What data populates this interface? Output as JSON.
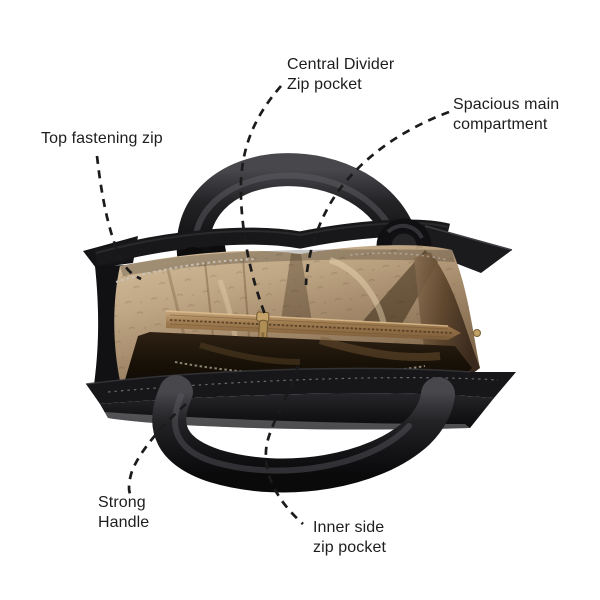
{
  "page": {
    "description": "Top view of a black handbag with open main compartment, five feature callouts with dashed leader lines on a white background"
  },
  "colors": {
    "background": "#ffffff",
    "label_text": "#1d1d1f",
    "leader_line": "#1b1b1b",
    "leather_black": "#18181a",
    "handle_highlight": "#5d5d63",
    "lining_champagne": "#c9b190",
    "lining_shadow": "#6f563a",
    "divider_tan": "#a07c50",
    "zip_gold": "#c6a469"
  },
  "annotations": [
    {
      "id": "central-divider-zip-pocket",
      "label": "Central Divider\nZip pocket"
    },
    {
      "id": "spacious-main-compartment",
      "label": "Spacious main\ncompartment"
    },
    {
      "id": "top-fastening-zip",
      "label": "Top fastening zip"
    },
    {
      "id": "strong-handle",
      "label": "Strong\nHandle"
    },
    {
      "id": "inner-side-zip-pocket",
      "label": "Inner side\nzip pocket"
    }
  ]
}
